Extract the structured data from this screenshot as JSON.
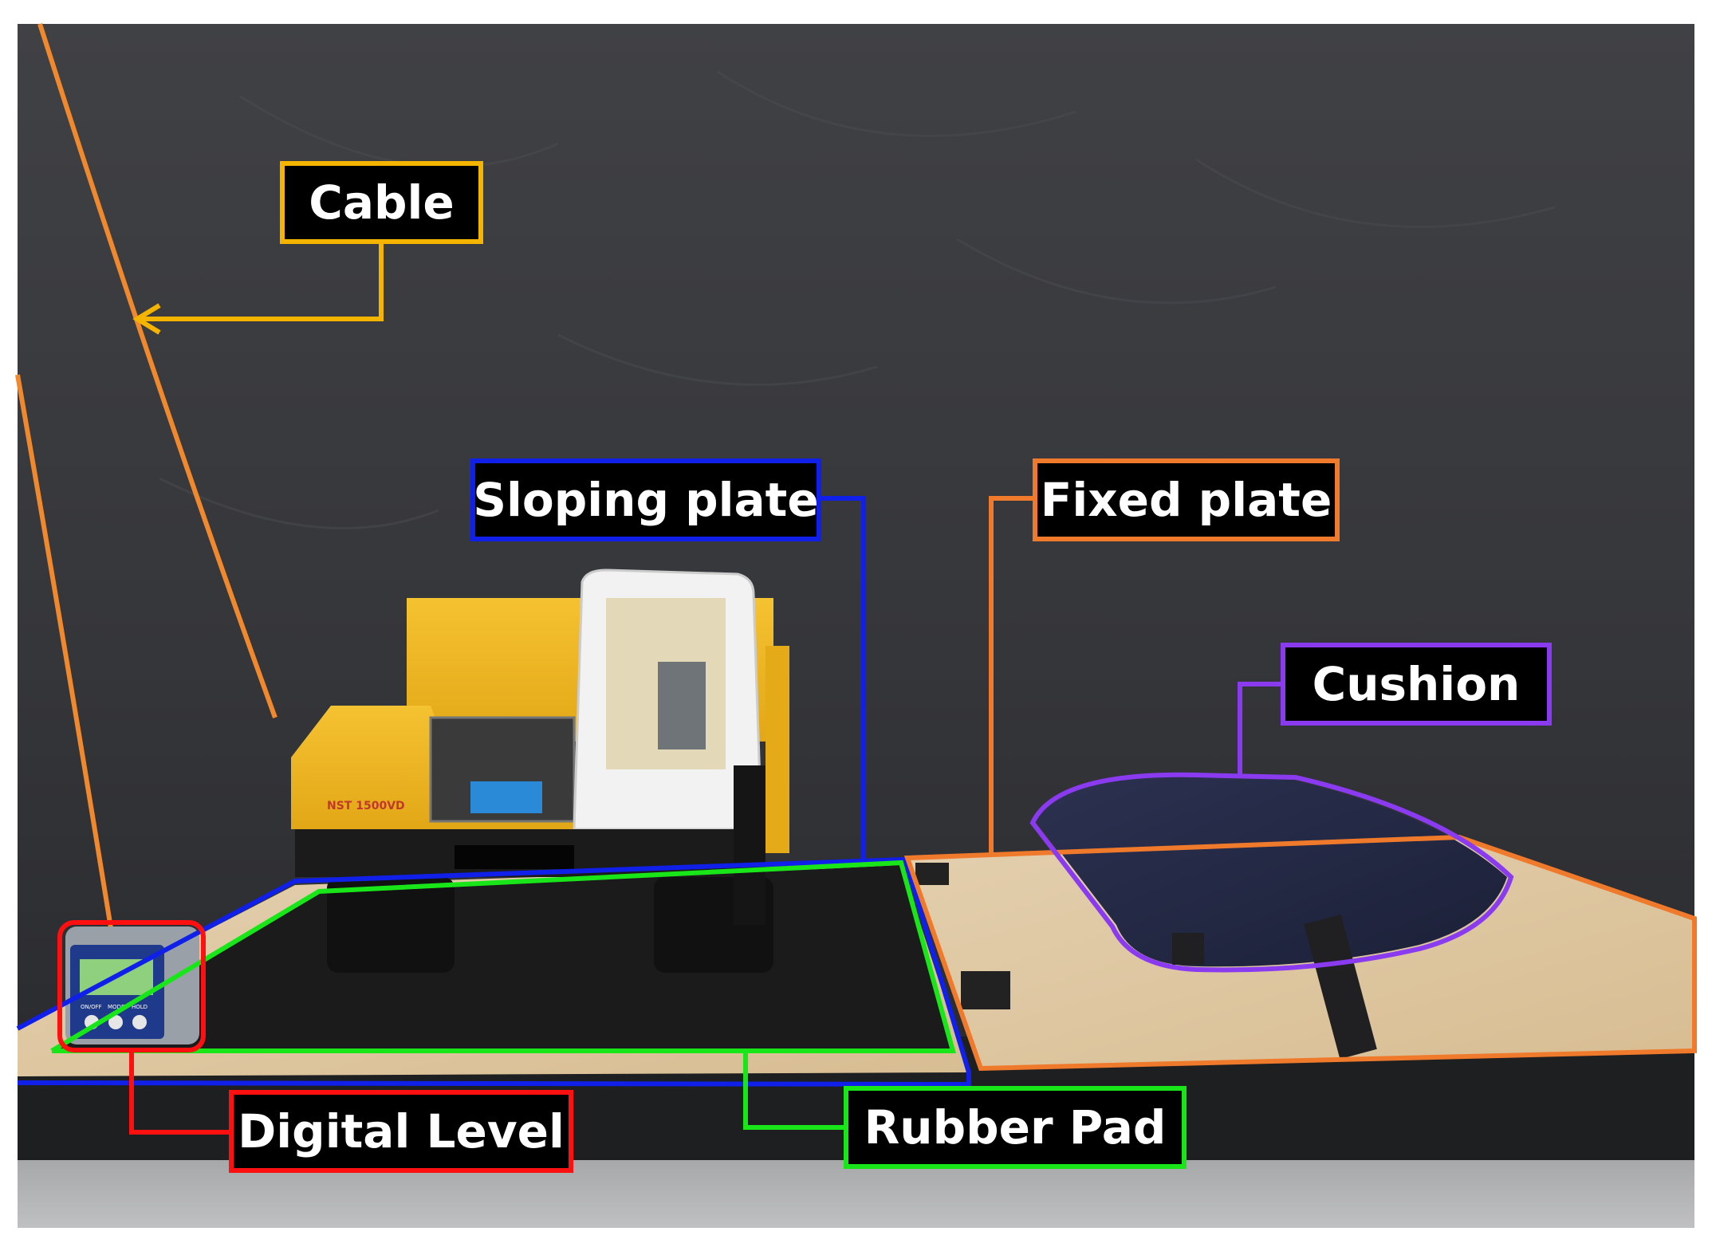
{
  "labels": {
    "cable": "Cable",
    "sloping_plate": "Sloping plate",
    "fixed_plate": "Fixed plate",
    "cushion": "Cushion",
    "digital_level": "Digital Level",
    "rubber_pad": "Rubber Pad"
  },
  "vehicle": {
    "model_text": "NST 1500VD"
  },
  "level_buttons": {
    "b1": "ON/OFF",
    "b2": "MODE",
    "b3": "HOLD"
  },
  "colors": {
    "cable": "#f5b400",
    "sloping_plate": "#1020e8",
    "fixed_plate": "#f07a2c",
    "cushion": "#8a3bf0",
    "digital_level": "#ff1010",
    "rubber_pad": "#19e619",
    "backdrop": "#3a3b3e",
    "rope": "#f0892e"
  }
}
